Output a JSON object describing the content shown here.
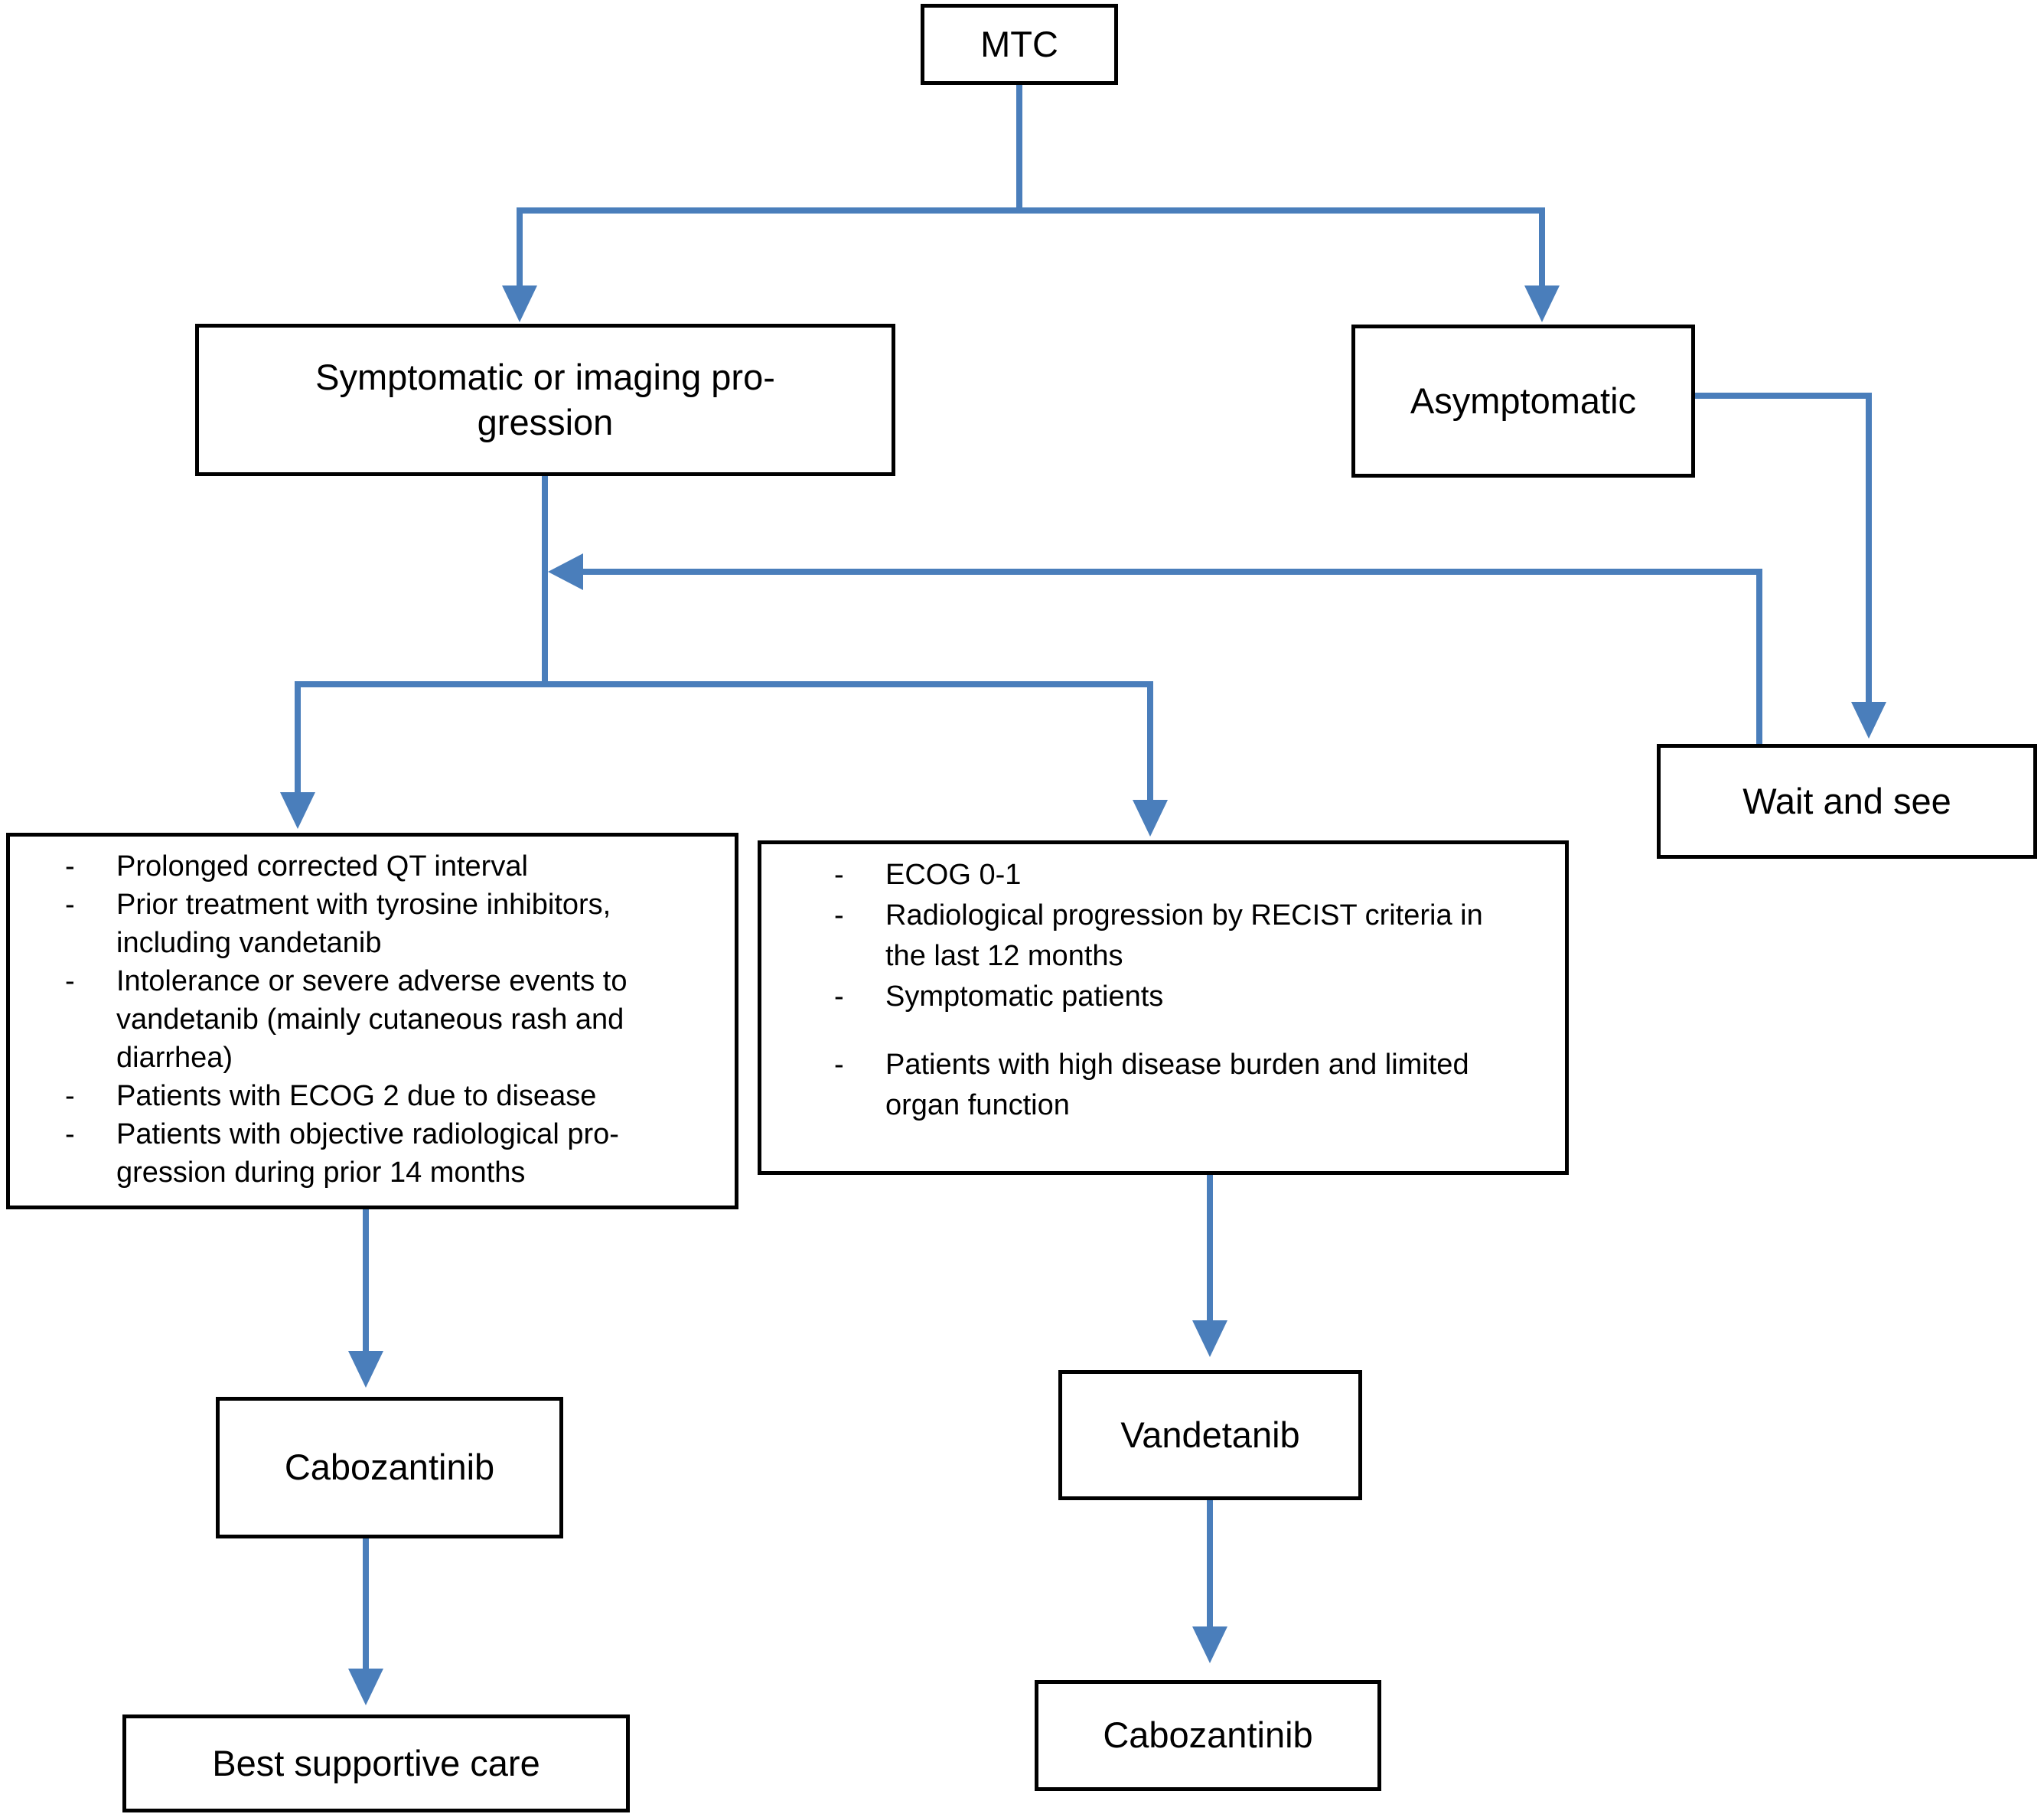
{
  "diagram": {
    "title": "MTC treatment decision flowchart",
    "bullet_char": "-",
    "colors": {
      "connector": "#4a7ebb",
      "box_border": "#000000",
      "background": "#ffffff",
      "text": "#000000"
    },
    "nodes": {
      "mtc": {
        "label": "MTC"
      },
      "symptomatic": {
        "label": "Symptomatic or imaging pro-\ngression"
      },
      "asymptomatic": {
        "label": "Asymptomatic"
      },
      "wait_and_see": {
        "label": "Wait and see"
      },
      "cabozantinib_first": {
        "label": "Cabozantinib"
      },
      "vandetanib": {
        "label": "Vandetanib"
      },
      "best_supportive_care": {
        "label": "Best supportive care"
      },
      "cabozantinib_second": {
        "label": "Cabozantinib"
      },
      "criteria_cabozantinib": {
        "items": [
          "Prolonged corrected QT interval",
          "Prior treatment with tyrosine inhibitors,\nincluding vandetanib",
          "Intolerance or severe adverse events to\nvandetanib (mainly cutaneous rash and\ndiarrhea)",
          "Patients with ECOG 2 due to disease",
          "Patients with objective radiological pro-\ngression during prior 14 months"
        ]
      },
      "criteria_vandetanib": {
        "items": [
          "ECOG 0-1",
          "Radiological progression by RECIST criteria in\nthe last 12 months",
          "Symptomatic patients",
          "Patients with high disease burden and limited\norgan function"
        ]
      }
    }
  }
}
